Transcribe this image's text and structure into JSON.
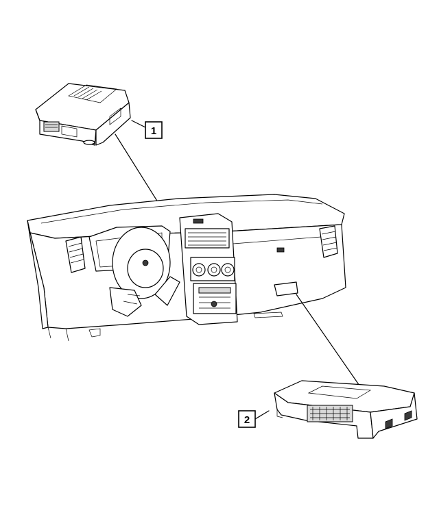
{
  "callouts": [
    {
      "label": "1",
      "part": "module-upper"
    },
    {
      "label": "2",
      "part": "module-lower"
    }
  ]
}
